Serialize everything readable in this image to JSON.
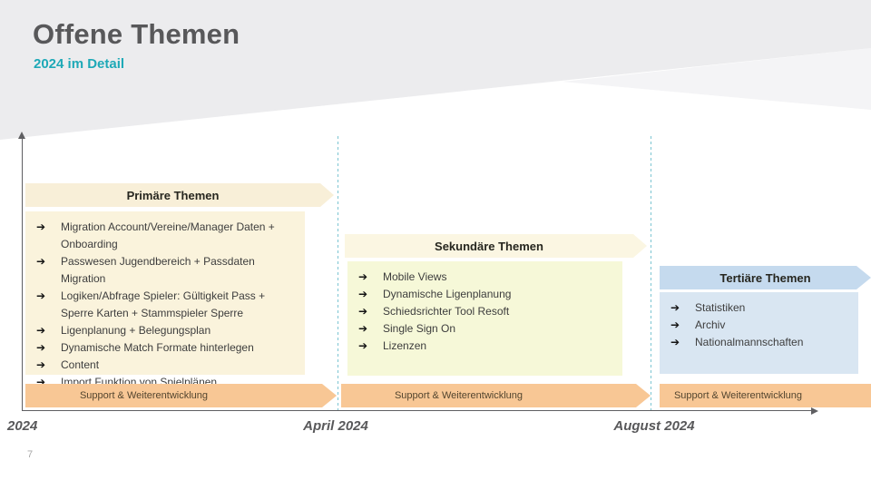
{
  "slide": {
    "title": "Offene Themen",
    "subtitle": "2024 im Detail",
    "page_number": "7"
  },
  "icons": {
    "bullet": "➔"
  },
  "timeline": {
    "start_label": "2024",
    "mid_label": "April 2024",
    "end_label": "August 2024"
  },
  "columns": [
    {
      "banner": "Primäre Themen",
      "items": [
        "Migration Account/Vereine/Manager Daten + Onboarding",
        "Passwesen Jugendbereich + Passdaten Migration",
        "Logiken/Abfrage Spieler: Gültigkeit Pass + Sperre Karten + Stammspieler Sperre",
        "Ligenplanung + Belegungsplan",
        "Dynamische Match Formate hinterlegen",
        "Content",
        "Import Funktion von Spielplänen"
      ],
      "support": "Support & Weiterentwicklung",
      "banner_color": "#f8efd8",
      "box_color": "#faf3dc"
    },
    {
      "banner": "Sekundäre Themen",
      "items": [
        "Mobile Views",
        "Dynamische Ligenplanung",
        "Schiedsrichter Tool Resoft",
        "Single Sign On",
        "Lizenzen"
      ],
      "support": "Support & Weiterentwicklung",
      "banner_color": "#fbf6e2",
      "box_color": "#f6f8d8"
    },
    {
      "banner": "Tertiäre Themen",
      "items": [
        "Statistiken",
        "Archiv",
        "Nationalmannschaften"
      ],
      "support": "Support & Weiterentwicklung",
      "banner_color": "#c5daee",
      "box_color": "#d9e6f2"
    }
  ],
  "colors": {
    "header_band": "#ececee",
    "accent_teal": "#1ea9b7",
    "title_text": "#58585a",
    "support_arrow": "#f8c795",
    "dashed_line": "#7cc5d2"
  }
}
